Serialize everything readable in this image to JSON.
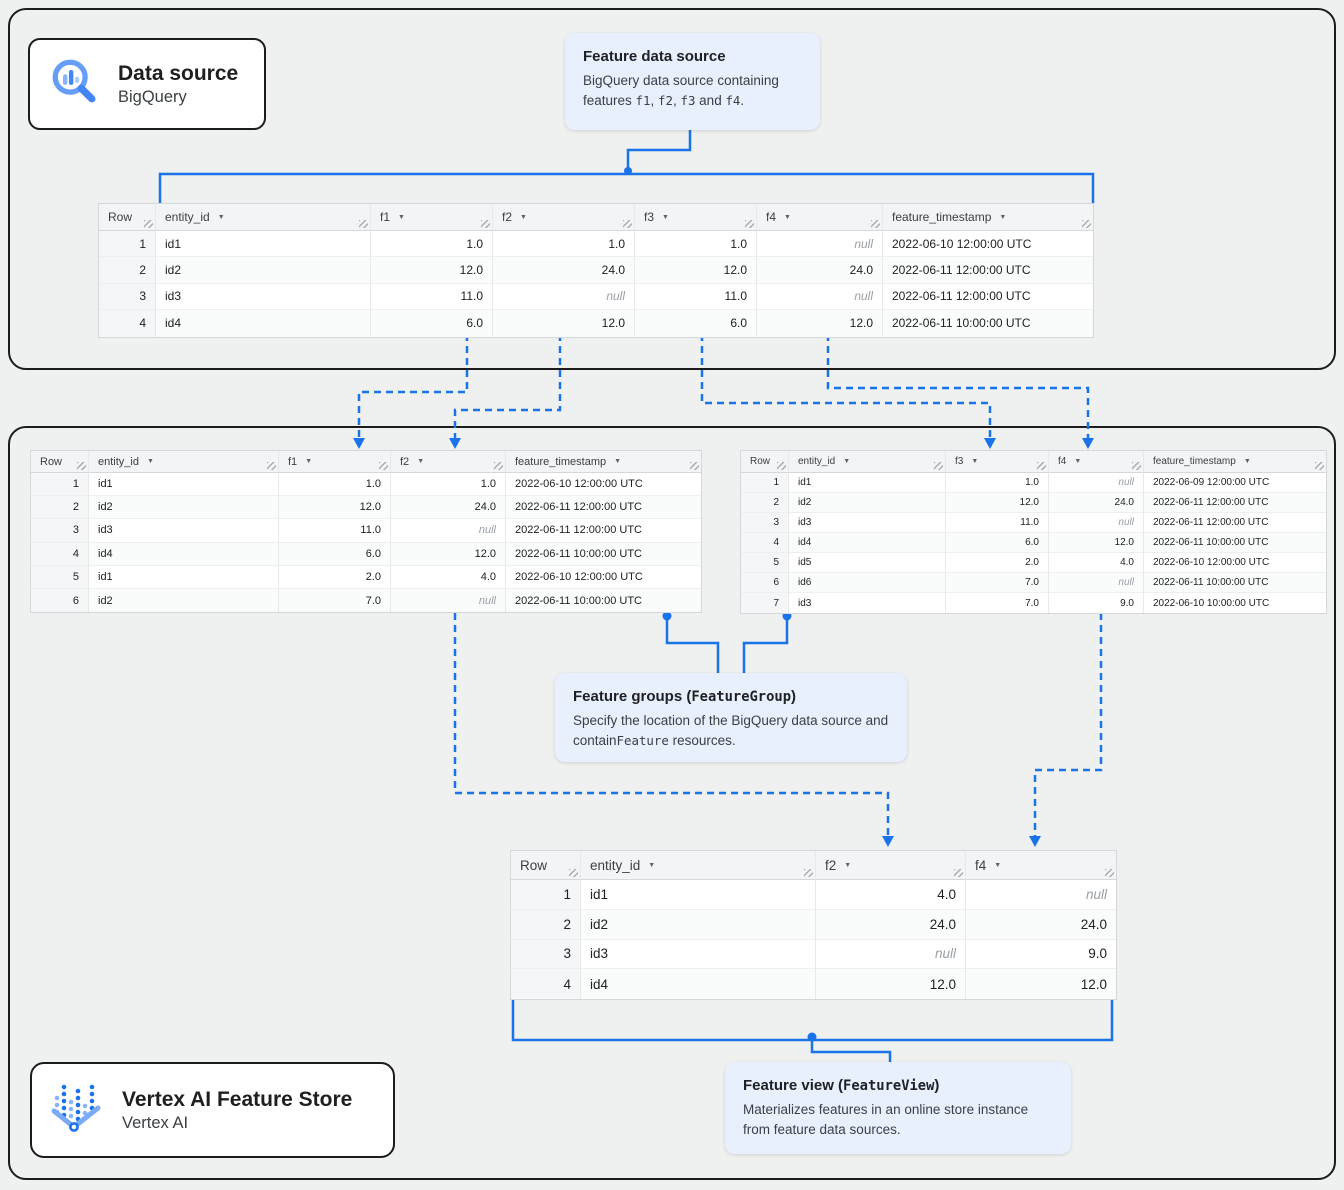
{
  "colors": {
    "accent_blue": "#1a73e8",
    "light_blue": "#669df6",
    "callout_bg": "#e8f0fe",
    "page_bg": "#eff1f1",
    "null_gray": "#9aa0a6"
  },
  "icons": {
    "column_sort_arrow": "▼",
    "bigquery_icon": "magnifier-with-bar-chart",
    "vertex_ai_icon": "dotted-columns-with-chevron"
  },
  "cards": {
    "data_source": {
      "title": "Data source",
      "subtitle": "BigQuery"
    },
    "vertex": {
      "title": "Vertex AI Feature Store",
      "subtitle": "Vertex AI"
    }
  },
  "callouts": {
    "feature_data_source": {
      "title_parts": [
        {
          "t": "Feature data source"
        }
      ],
      "body_parts": [
        {
          "t": "BigQuery data source containing features "
        },
        {
          "t": "f1",
          "mono": true
        },
        {
          "t": ", "
        },
        {
          "t": "f2",
          "mono": true
        },
        {
          "t": ", "
        },
        {
          "t": "f3",
          "mono": true
        },
        {
          "t": " and "
        },
        {
          "t": "f4",
          "mono": true
        },
        {
          "t": "."
        }
      ]
    },
    "feature_groups": {
      "title_parts": [
        {
          "t": "Feature groups ("
        },
        {
          "t": "FeatureGroup",
          "mono": true
        },
        {
          "t": ")"
        }
      ],
      "body_parts": [
        {
          "t": "Specify the location of the BigQuery data source and contain"
        },
        {
          "t": "Feature",
          "mono": true
        },
        {
          "t": " resources."
        }
      ]
    },
    "feature_view": {
      "title_parts": [
        {
          "t": "Feature view ("
        },
        {
          "t": "FeatureView",
          "mono": true
        },
        {
          "t": ")"
        }
      ],
      "body_parts": [
        {
          "t": "Materializes features in an online store instance from feature data sources."
        }
      ]
    }
  },
  "tables": {
    "source": {
      "headers": [
        "Row",
        "entity_id",
        "f1",
        "f2",
        "f3",
        "f4",
        "feature_timestamp"
      ],
      "rows": [
        [
          "1",
          "id1",
          "1.0",
          "1.0",
          "1.0",
          "null",
          "2022-06-10 12:00:00 UTC"
        ],
        [
          "2",
          "id2",
          "12.0",
          "24.0",
          "12.0",
          "24.0",
          "2022-06-11 12:00:00 UTC"
        ],
        [
          "3",
          "id3",
          "11.0",
          "null",
          "11.0",
          "null",
          "2022-06-11 12:00:00 UTC"
        ],
        [
          "4",
          "id4",
          "6.0",
          "12.0",
          "6.0",
          "12.0",
          "2022-06-11 10:00:00 UTC"
        ]
      ]
    },
    "group_left": {
      "headers": [
        "Row",
        "entity_id",
        "f1",
        "f2",
        "feature_timestamp"
      ],
      "rows": [
        [
          "1",
          "id1",
          "1.0",
          "1.0",
          "2022-06-10 12:00:00 UTC"
        ],
        [
          "2",
          "id2",
          "12.0",
          "24.0",
          "2022-06-11 12:00:00 UTC"
        ],
        [
          "3",
          "id3",
          "11.0",
          "null",
          "2022-06-11 12:00:00 UTC"
        ],
        [
          "4",
          "id4",
          "6.0",
          "12.0",
          "2022-06-11 10:00:00 UTC"
        ],
        [
          "5",
          "id1",
          "2.0",
          "4.0",
          "2022-06-10 12:00:00 UTC"
        ],
        [
          "6",
          "id2",
          "7.0",
          "null",
          "2022-06-11 10:00:00 UTC"
        ]
      ]
    },
    "group_right": {
      "headers": [
        "Row",
        "entity_id",
        "f3",
        "f4",
        "feature_timestamp"
      ],
      "rows": [
        [
          "1",
          "id1",
          "1.0",
          "null",
          "2022-06-09 12:00:00 UTC"
        ],
        [
          "2",
          "id2",
          "12.0",
          "24.0",
          "2022-06-11 12:00:00 UTC"
        ],
        [
          "3",
          "id3",
          "11.0",
          "null",
          "2022-06-11 12:00:00 UTC"
        ],
        [
          "4",
          "id4",
          "6.0",
          "12.0",
          "2022-06-11 10:00:00 UTC"
        ],
        [
          "5",
          "id5",
          "2.0",
          "4.0",
          "2022-06-10 12:00:00 UTC"
        ],
        [
          "6",
          "id6",
          "7.0",
          "null",
          "2022-06-11 10:00:00 UTC"
        ],
        [
          "7",
          "id3",
          "7.0",
          "9.0",
          "2022-06-10 10:00:00 UTC"
        ]
      ]
    },
    "feature_view": {
      "headers": [
        "Row",
        "entity_id",
        "f2",
        "f4"
      ],
      "rows": [
        [
          "1",
          "id1",
          "4.0",
          "null"
        ],
        [
          "2",
          "id2",
          "24.0",
          "24.0"
        ],
        [
          "3",
          "id3",
          "null",
          "9.0"
        ],
        [
          "4",
          "id4",
          "12.0",
          "12.0"
        ]
      ]
    }
  }
}
